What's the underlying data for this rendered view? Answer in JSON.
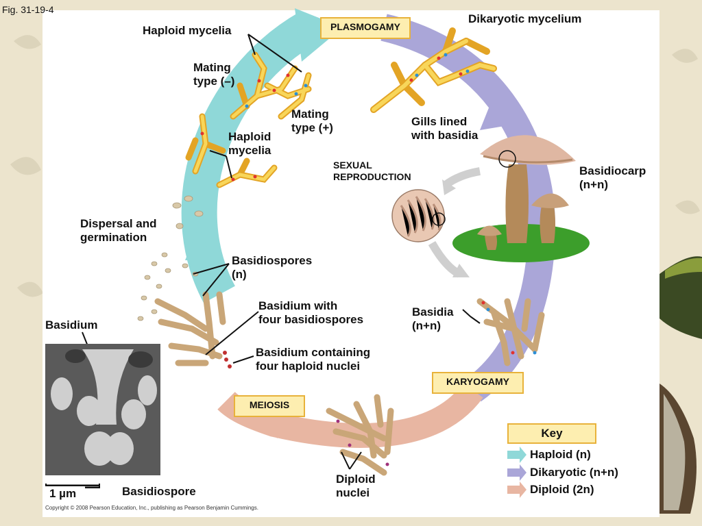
{
  "figure_id": "Fig. 31-19-4",
  "stages": {
    "plasmogamy": "PLASMOGAMY",
    "karyogamy": "KARYOGAMY",
    "meiosis": "MEIOSIS",
    "sexual_reproduction": [
      "SEXUAL",
      "REPRODUCTION"
    ]
  },
  "labels": {
    "dikaryotic_mycelium": "Dikaryotic mycelium",
    "haploid_mycelia_top": "Haploid mycelia",
    "mating_minus": [
      "Mating",
      "type (–)"
    ],
    "mating_plus": [
      "Mating",
      "type (+)"
    ],
    "haploid_mycelia_mid": [
      "Haploid",
      "mycelia"
    ],
    "gills": [
      "Gills lined",
      "with basidia"
    ],
    "basidiocarp": [
      "Basidiocarp",
      "(n+n)"
    ],
    "dispersal": [
      "Dispersal and",
      "germination"
    ],
    "basidiospores": [
      "Basidiospores",
      "(n)"
    ],
    "basidium_four_spores": [
      "Basidium with",
      "four basidiospores"
    ],
    "basidia": [
      "Basidia",
      "(n+n)"
    ],
    "basidium": "Basidium",
    "basidium_nuclei": [
      "Basidium containing",
      "four haploid nuclei"
    ],
    "diploid_nuclei": [
      "Diploid",
      "nuclei"
    ],
    "basidiospore": "Basidiospore",
    "scale": "1 µm"
  },
  "key": {
    "title": "Key",
    "items": [
      {
        "label": "Haploid (n)",
        "color": "#8fd8d8"
      },
      {
        "label": "Dikaryotic (n+n)",
        "color": "#aaa6d8"
      },
      {
        "label": "Diploid (2n)",
        "color": "#e8b6a2"
      }
    ]
  },
  "copyright": "Copyright © 2008 Pearson Education, Inc., publishing as Pearson Benjamin Cummings."
}
